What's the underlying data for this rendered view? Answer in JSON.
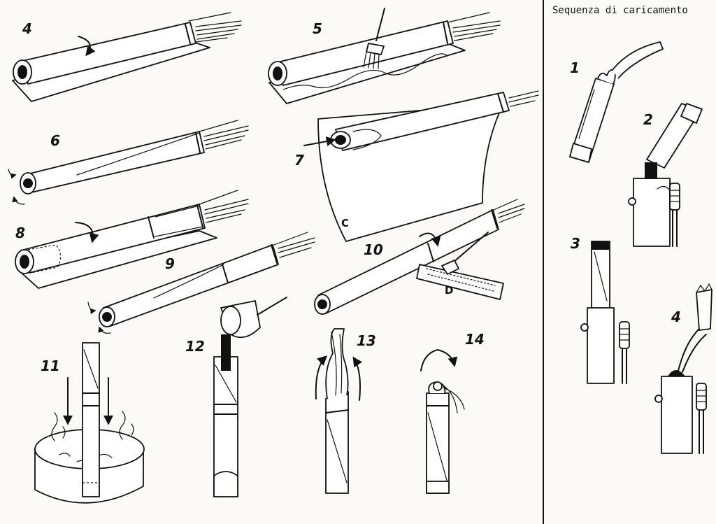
{
  "title": "Sequenza di caricamento",
  "step_labels": {
    "s4": "4",
    "s5": "5",
    "s6": "6",
    "s7": "7",
    "s8": "8",
    "s9": "9",
    "s10": "10",
    "s11": "11",
    "s12": "12",
    "s13": "13",
    "s14": "14"
  },
  "sheet_labels": {
    "c": "C",
    "d": "D"
  },
  "loading_labels": {
    "l1": "1",
    "l2": "2",
    "l3": "3",
    "l4": "4"
  },
  "colors": {
    "ink": "#111111",
    "paper": "#ffffff",
    "background": "#fbfaf6"
  }
}
